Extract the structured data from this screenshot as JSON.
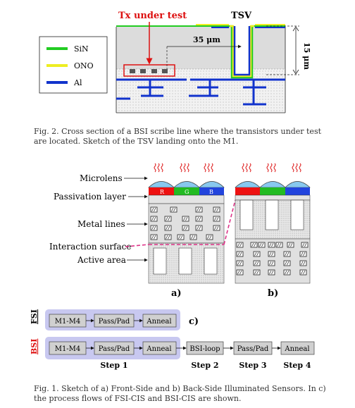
{
  "fig2": {
    "tx_label": "Tx under test",
    "tsv_label": "TSV",
    "distance": "35 μm",
    "depth": "15 μm",
    "legend": [
      {
        "label": "SiN",
        "color": "#22cc22"
      },
      {
        "label": "ONO",
        "color": "#eeee22"
      },
      {
        "label": "Al",
        "color": "#1133cc"
      }
    ],
    "caption": "Fig. 2.  Cross section of a BSI scribe line where the transistors under test are located. Sketch of the TSV landing onto the M1."
  },
  "fig1": {
    "labels": [
      "Microlens",
      "Passivation layer",
      "Metal lines",
      "Interaction surface",
      "Active area"
    ],
    "filters": [
      {
        "letter": "R",
        "color": "#ee1111"
      },
      {
        "letter": "G",
        "color": "#22bb22"
      },
      {
        "letter": "B",
        "color": "#2244dd"
      }
    ],
    "panel_a": "a)",
    "panel_b": "b)",
    "panel_c": "c)",
    "fsi_label": "FSI",
    "bsi_label": "BSI",
    "fsi_flow": [
      "M1-M4",
      "Pass/Pad",
      "Anneal"
    ],
    "bsi_flow": [
      "M1-M4",
      "Pass/Pad",
      "Anneal",
      "BSI-loop",
      "Pass/Pad",
      "Anneal"
    ],
    "steps": [
      "Step 1",
      "Step 2",
      "Step 3",
      "Step 4"
    ],
    "caption": "Fig. 1.  Sketch of a) Front-Side and b) Back-Side Illuminated Sensors. In c) the process flows of FSI-CIS and BSI-CIS are shown."
  }
}
